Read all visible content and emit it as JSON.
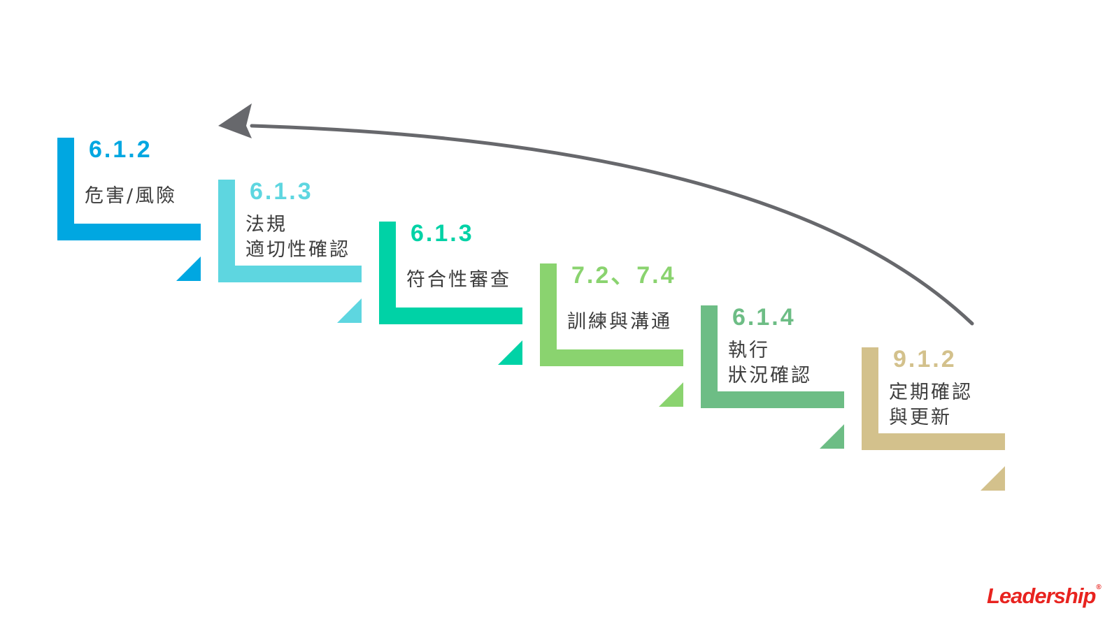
{
  "steps": [
    {
      "code": "6.1.2",
      "lines": [
        "危害/風險"
      ],
      "color": "#00a7e1"
    },
    {
      "code": "6.1.3",
      "lines": [
        "法規",
        "適切性確認"
      ],
      "color": "#5ed6e0"
    },
    {
      "code": "6.1.3",
      "lines": [
        "符合性審查"
      ],
      "color": "#00d2a6"
    },
    {
      "code": "7.2、7.4",
      "lines": [
        "訓練與溝通"
      ],
      "color": "#8ad36f"
    },
    {
      "code": "6.1.4",
      "lines": [
        "執行",
        "狀況確認"
      ],
      "color": "#6dbd85"
    },
    {
      "code": "9.1.2",
      "lines": [
        "定期確認",
        "與更新"
      ],
      "color": "#d3c18c"
    }
  ],
  "arrow": {
    "color": "#67686c",
    "direction": "from last step back to first step"
  },
  "logo": {
    "text": "Leadership",
    "mark": "®",
    "color": "#e8231f"
  }
}
